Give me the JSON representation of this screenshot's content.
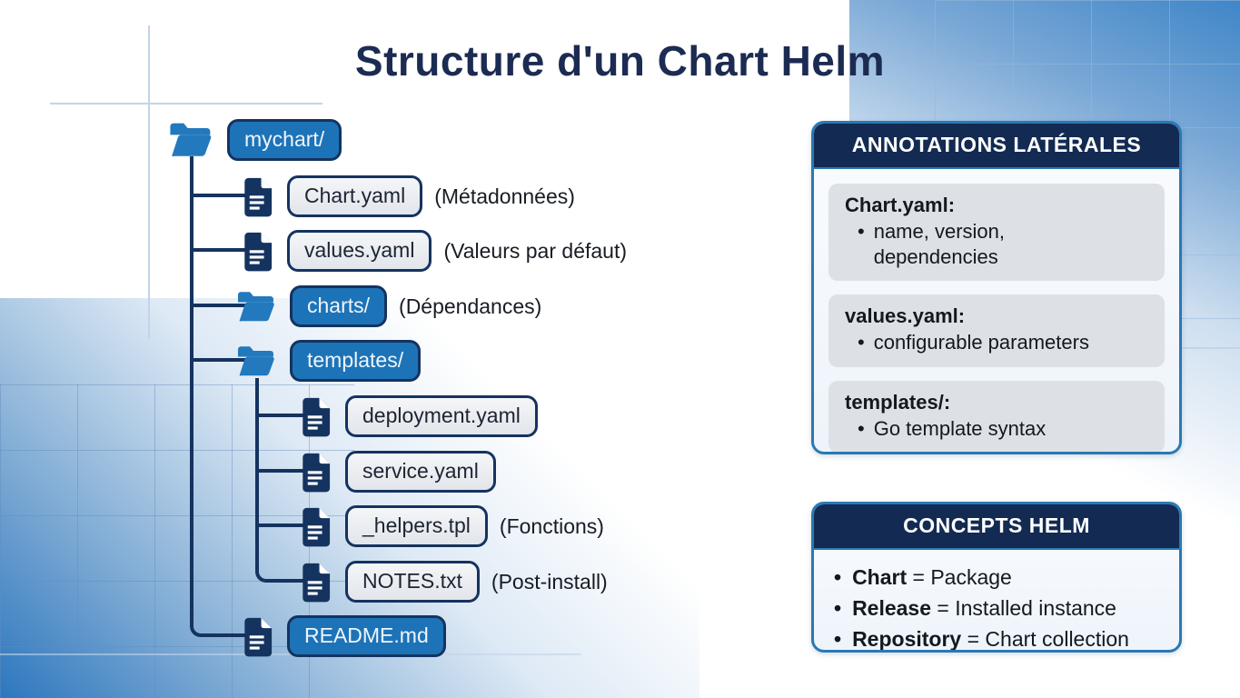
{
  "title": "Structure d'un Chart Helm",
  "tree": {
    "rows": [
      {
        "label": "mychart/",
        "annotation": ""
      },
      {
        "label": "Chart.yaml",
        "annotation": "(Métadonnées)"
      },
      {
        "label": "values.yaml",
        "annotation": "(Valeurs par défaut)"
      },
      {
        "label": "charts/",
        "annotation": "(Dépendances)"
      },
      {
        "label": "templates/",
        "annotation": ""
      },
      {
        "label": "deployment.yaml",
        "annotation": ""
      },
      {
        "label": "service.yaml",
        "annotation": ""
      },
      {
        "label": "_helpers.tpl",
        "annotation": "(Fonctions)"
      },
      {
        "label": "NOTES.txt",
        "annotation": "(Post-install)"
      },
      {
        "label": "README.md",
        "annotation": ""
      }
    ]
  },
  "panels": {
    "annotations": {
      "title": "ANNOTATIONS LATÉRALES",
      "cards": [
        {
          "heading": "Chart.yaml:",
          "bullet": "name, version, dependencies"
        },
        {
          "heading": "values.yaml:",
          "bullet": "configurable parameters"
        },
        {
          "heading": "templates/:",
          "bullet": "Go template syntax"
        }
      ]
    },
    "concepts": {
      "title": "CONCEPTS HELM",
      "items": [
        {
          "term": "Chart",
          "definition": "= Package"
        },
        {
          "term": "Release",
          "definition": "= Installed instance"
        },
        {
          "term": "Repository",
          "definition": "= Chart collection"
        }
      ]
    }
  },
  "colors": {
    "navy": "#15335f",
    "title_navy": "#1c2b52",
    "blue": "#1d73b7",
    "folder_blue": "#2379bd",
    "panel_border": "#2979b4",
    "header_navy": "#132a52",
    "card_gray": "#dde1e6",
    "pill_gray": "#e9ecef",
    "corner_gradient_blue": "#3f86c8"
  }
}
